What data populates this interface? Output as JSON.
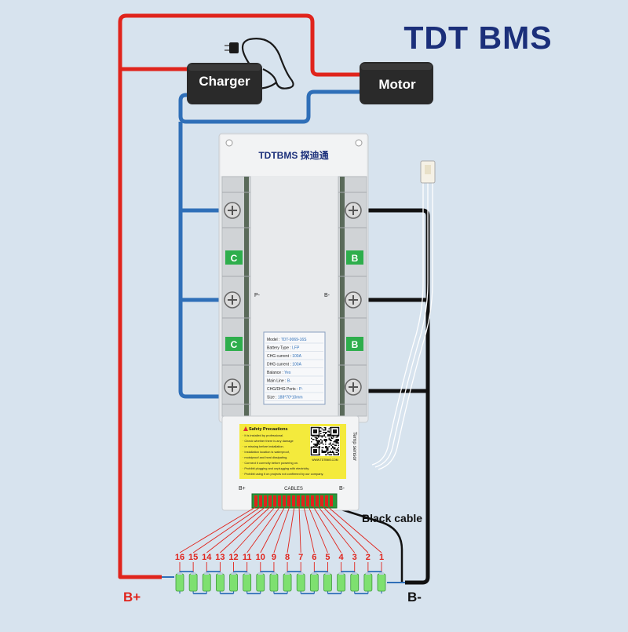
{
  "brand": {
    "logo_text": "TDT BMS",
    "board_logo_text": "TDTBMS 探迪通"
  },
  "devices": {
    "charger_label": "Charger",
    "motor_label": "Motor"
  },
  "board": {
    "pads": [
      "C",
      "C",
      "B",
      "B"
    ],
    "side_labels": {
      "left": "P-",
      "right": "B-"
    },
    "spec_lines": [
      {
        "key": "Model :",
        "val": "TDT-9069-16S"
      },
      {
        "key": "Battery Type :",
        "val": "LFP"
      },
      {
        "key": "CHG current :",
        "val": "100A"
      },
      {
        "key": "DHG current :",
        "val": "100A"
      },
      {
        "key": "Balance :",
        "val": "Yes"
      },
      {
        "key": "Main Line :",
        "val": "B-"
      },
      {
        "key": "CHG/DHG Ports :",
        "val": "P-"
      },
      {
        "key": "Size :",
        "val": "188*70*10mm"
      }
    ],
    "safety": {
      "title": "Safety Precautions",
      "lines": [
        "It is installed by professional.",
        "Check whether there is any damage",
        "or missing before installation.",
        "Installation location is waterproof,",
        "moistproof and heat dissipating.",
        "Connect it correctly before powering on.",
        "Prohibit plugging and unplugging with electricity.",
        "Prohibit using it on projects not confirmed by our company."
      ]
    },
    "website": "WWW.TDTBMS.COM",
    "temp_sensor_label": "Temp sensor",
    "connector": {
      "bplus_label": "B+",
      "bminus_label": "B-",
      "cables_label": "CABLES"
    }
  },
  "labels": {
    "black_cable": "Black cable",
    "b_plus": "B+",
    "b_minus": "B-"
  },
  "cells": {
    "numbers": [
      "16",
      "15",
      "14",
      "13",
      "12",
      "11",
      "10",
      "9",
      "8",
      "7",
      "6",
      "5",
      "4",
      "3",
      "2",
      "1"
    ]
  },
  "colors": {
    "background": "#d7e3ee",
    "red_wire": "#e0241c",
    "blue_wire": "#2f6fb8",
    "black_wire": "#111111",
    "brand_blue": "#1b2f7a",
    "cell_green": "#7ee070"
  }
}
